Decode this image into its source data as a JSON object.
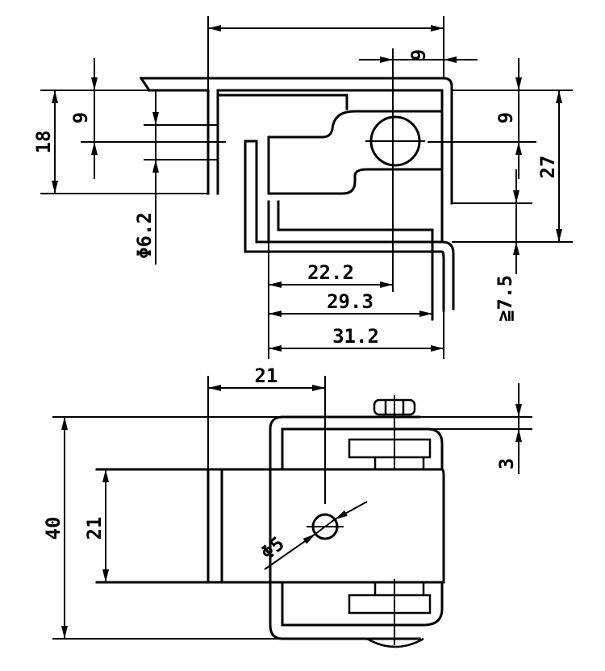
{
  "dimensions": {
    "top_view": {
      "overall_width": "",
      "hole_offset": "9",
      "height_left": "18",
      "half_left": "9",
      "hole_dia": "Φ6.2",
      "half_right": "9",
      "height_right": "27",
      "gap": "≧7.5",
      "len_1": "22.2",
      "len_2": "29.3",
      "len_3": "31.2"
    },
    "bottom_view": {
      "hole_offset": "21",
      "overall_height": "40",
      "plate_height": "21",
      "hole_dia": "Φ5",
      "thickness": "3"
    }
  }
}
